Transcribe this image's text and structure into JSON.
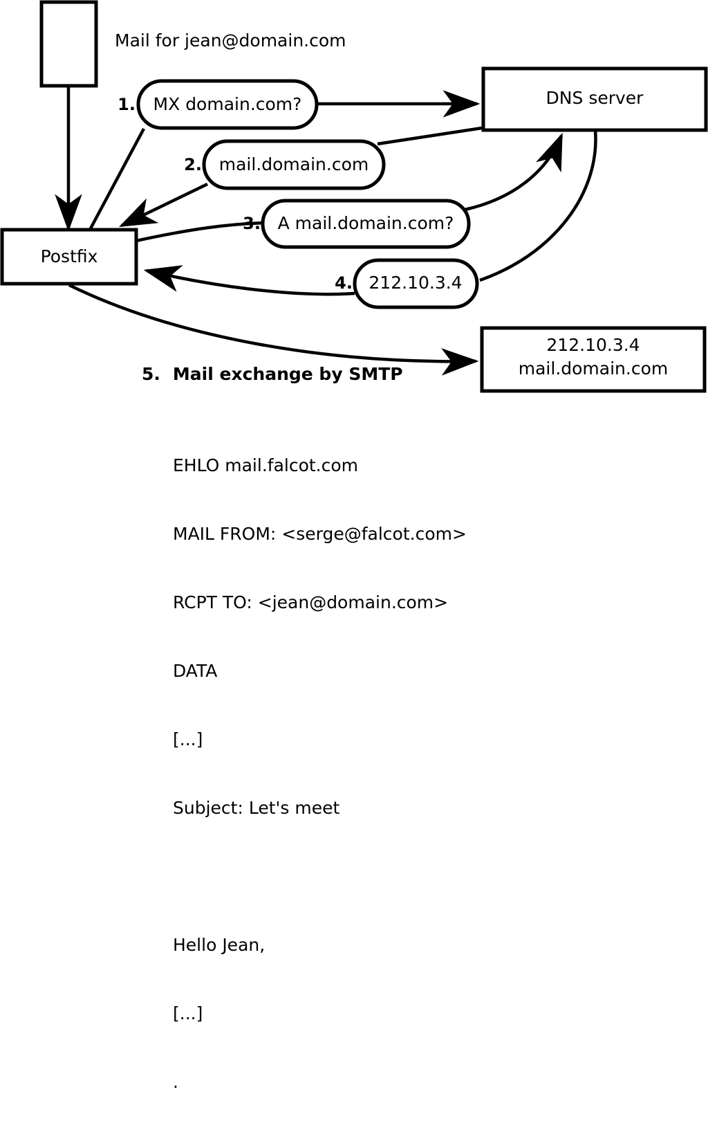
{
  "diagram": {
    "title_label": "Mail for jean@domain.com",
    "nodes": [
      {
        "id": "client",
        "label": ""
      },
      {
        "id": "postfix",
        "label": "Postfix"
      },
      {
        "id": "dns",
        "label": "DNS server"
      },
      {
        "id": "mailserver",
        "line1": "212.10.3.4",
        "line2": "mail.domain.com"
      }
    ],
    "steps": [
      {
        "num": "1.",
        "label": "MX domain.com?"
      },
      {
        "num": "2.",
        "label": "mail.domain.com"
      },
      {
        "num": "3.",
        "label": "A mail.domain.com?"
      },
      {
        "num": "4.",
        "label": "212.10.3.4"
      },
      {
        "num": "5.",
        "label": "Mail exchange by SMTP"
      }
    ],
    "smtp_transcript": [
      "EHLO mail.falcot.com",
      "MAIL FROM: <serge@falcot.com>",
      "RCPT TO: <jean@domain.com>",
      "DATA",
      "[...]",
      "Subject: Let's meet",
      "",
      "Hello Jean,",
      "[...]",
      "."
    ],
    "colors": {
      "stroke": "#000000",
      "fill": "#ffffff",
      "background": "#ffffff"
    }
  }
}
